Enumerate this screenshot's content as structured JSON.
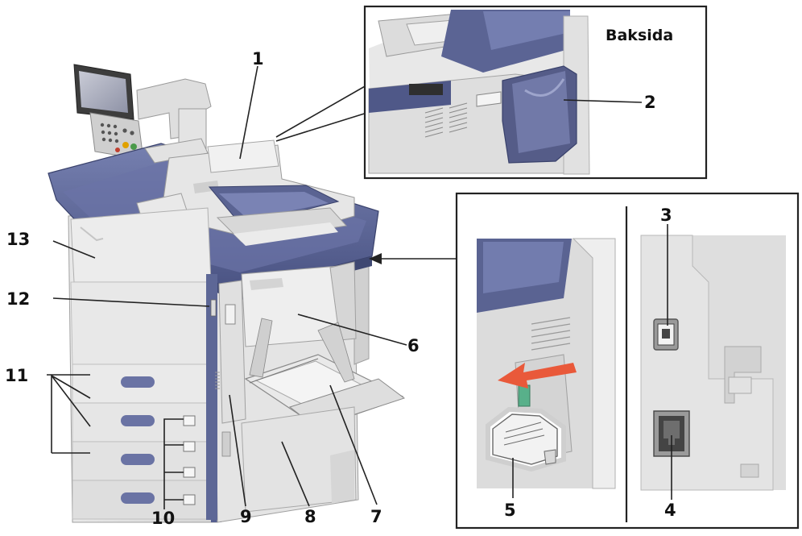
{
  "inset_top": {
    "title": "Baksida"
  },
  "callouts": [
    {
      "id": "1",
      "text": "1"
    },
    {
      "id": "2",
      "text": "2"
    },
    {
      "id": "3",
      "text": "3"
    },
    {
      "id": "4",
      "text": "4"
    },
    {
      "id": "5",
      "text": "5"
    },
    {
      "id": "6",
      "text": "6"
    },
    {
      "id": "7",
      "text": "7"
    },
    {
      "id": "8",
      "text": "8"
    },
    {
      "id": "9",
      "text": "9"
    },
    {
      "id": "10",
      "text": "10"
    },
    {
      "id": "11",
      "text": "11"
    },
    {
      "id": "12",
      "text": "12"
    },
    {
      "id": "13",
      "text": "13"
    }
  ],
  "colors": {
    "body": "#ececec",
    "body_shade": "#d9d9d9",
    "accent_blue": "#5d6796",
    "accent_blue_dark": "#3f4872",
    "tray_handle": "#6a73a4",
    "arrow_red": "#e9593a",
    "port_green": "#58b08a"
  }
}
